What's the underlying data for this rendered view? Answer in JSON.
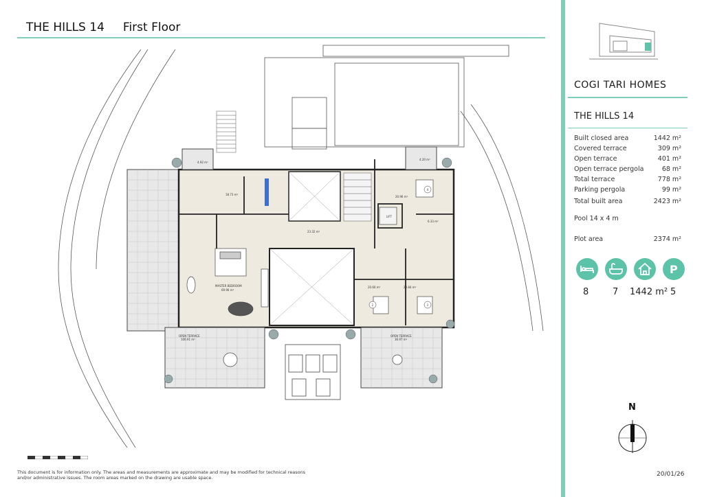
{
  "header": {
    "project": "THE HILLS 14",
    "floor": "First Floor"
  },
  "brand": {
    "name": "COGI TARI HOMES",
    "accent": "#5cc3a8",
    "rule": "#7fcdb8"
  },
  "project_title": "THE HILLS 14",
  "areas": [
    {
      "label": "Built closed area",
      "value": "1442 m²"
    },
    {
      "label": "Covered terrace",
      "value": "309 m²"
    },
    {
      "label": "Open terrace",
      "value": "401 m²"
    },
    {
      "label": "Open terrace pergola",
      "value": "68 m²"
    },
    {
      "label": "Total terrace",
      "value": "778 m²"
    },
    {
      "label": "Parking pergola",
      "value": "99 m²"
    },
    {
      "label": "Total built area",
      "value": "2423 m²"
    }
  ],
  "pool": "Pool 14 x 4 m",
  "plot": {
    "label": "Plot area",
    "value": "2374 m²"
  },
  "features": [
    {
      "icon": "bed-icon",
      "value": "8"
    },
    {
      "icon": "bath-icon",
      "value": "7"
    },
    {
      "icon": "house-icon",
      "value": "1442 m²"
    },
    {
      "icon": "parking-icon",
      "value": "5"
    }
  ],
  "north_label": "N",
  "disclaimer": "This document is for information only. The areas and measurements are approximate and may be modified for technical reasons and/or administrative issues. The room areas marked on the drawing are usable space.",
  "date": "20/01/26",
  "plan_labels": {
    "master_bedroom": "MASTER BEDROOM",
    "master_bedroom_area": "69.96 m²",
    "open_terrace_left": "OPEN TERRACE",
    "open_terrace_left_area": "106.91 m²",
    "open_terrace_right": "OPEN TERRACE",
    "open_terrace_right_area": "36.97 m²",
    "lift": "LIFT",
    "hall_area": "23.32 m²",
    "bed4_area": "20.96 m²",
    "bed2_area": "20.60 m²",
    "bed3_area": "20.84 m²",
    "terrace_tl_area": "4.92 m²",
    "terrace_tr_area": "4.20 m²",
    "closet_area": "18.73 m²",
    "bath_area": "6.33 m²",
    "room_num_2": "2",
    "room_num_3": "3",
    "room_num_4": "4"
  }
}
